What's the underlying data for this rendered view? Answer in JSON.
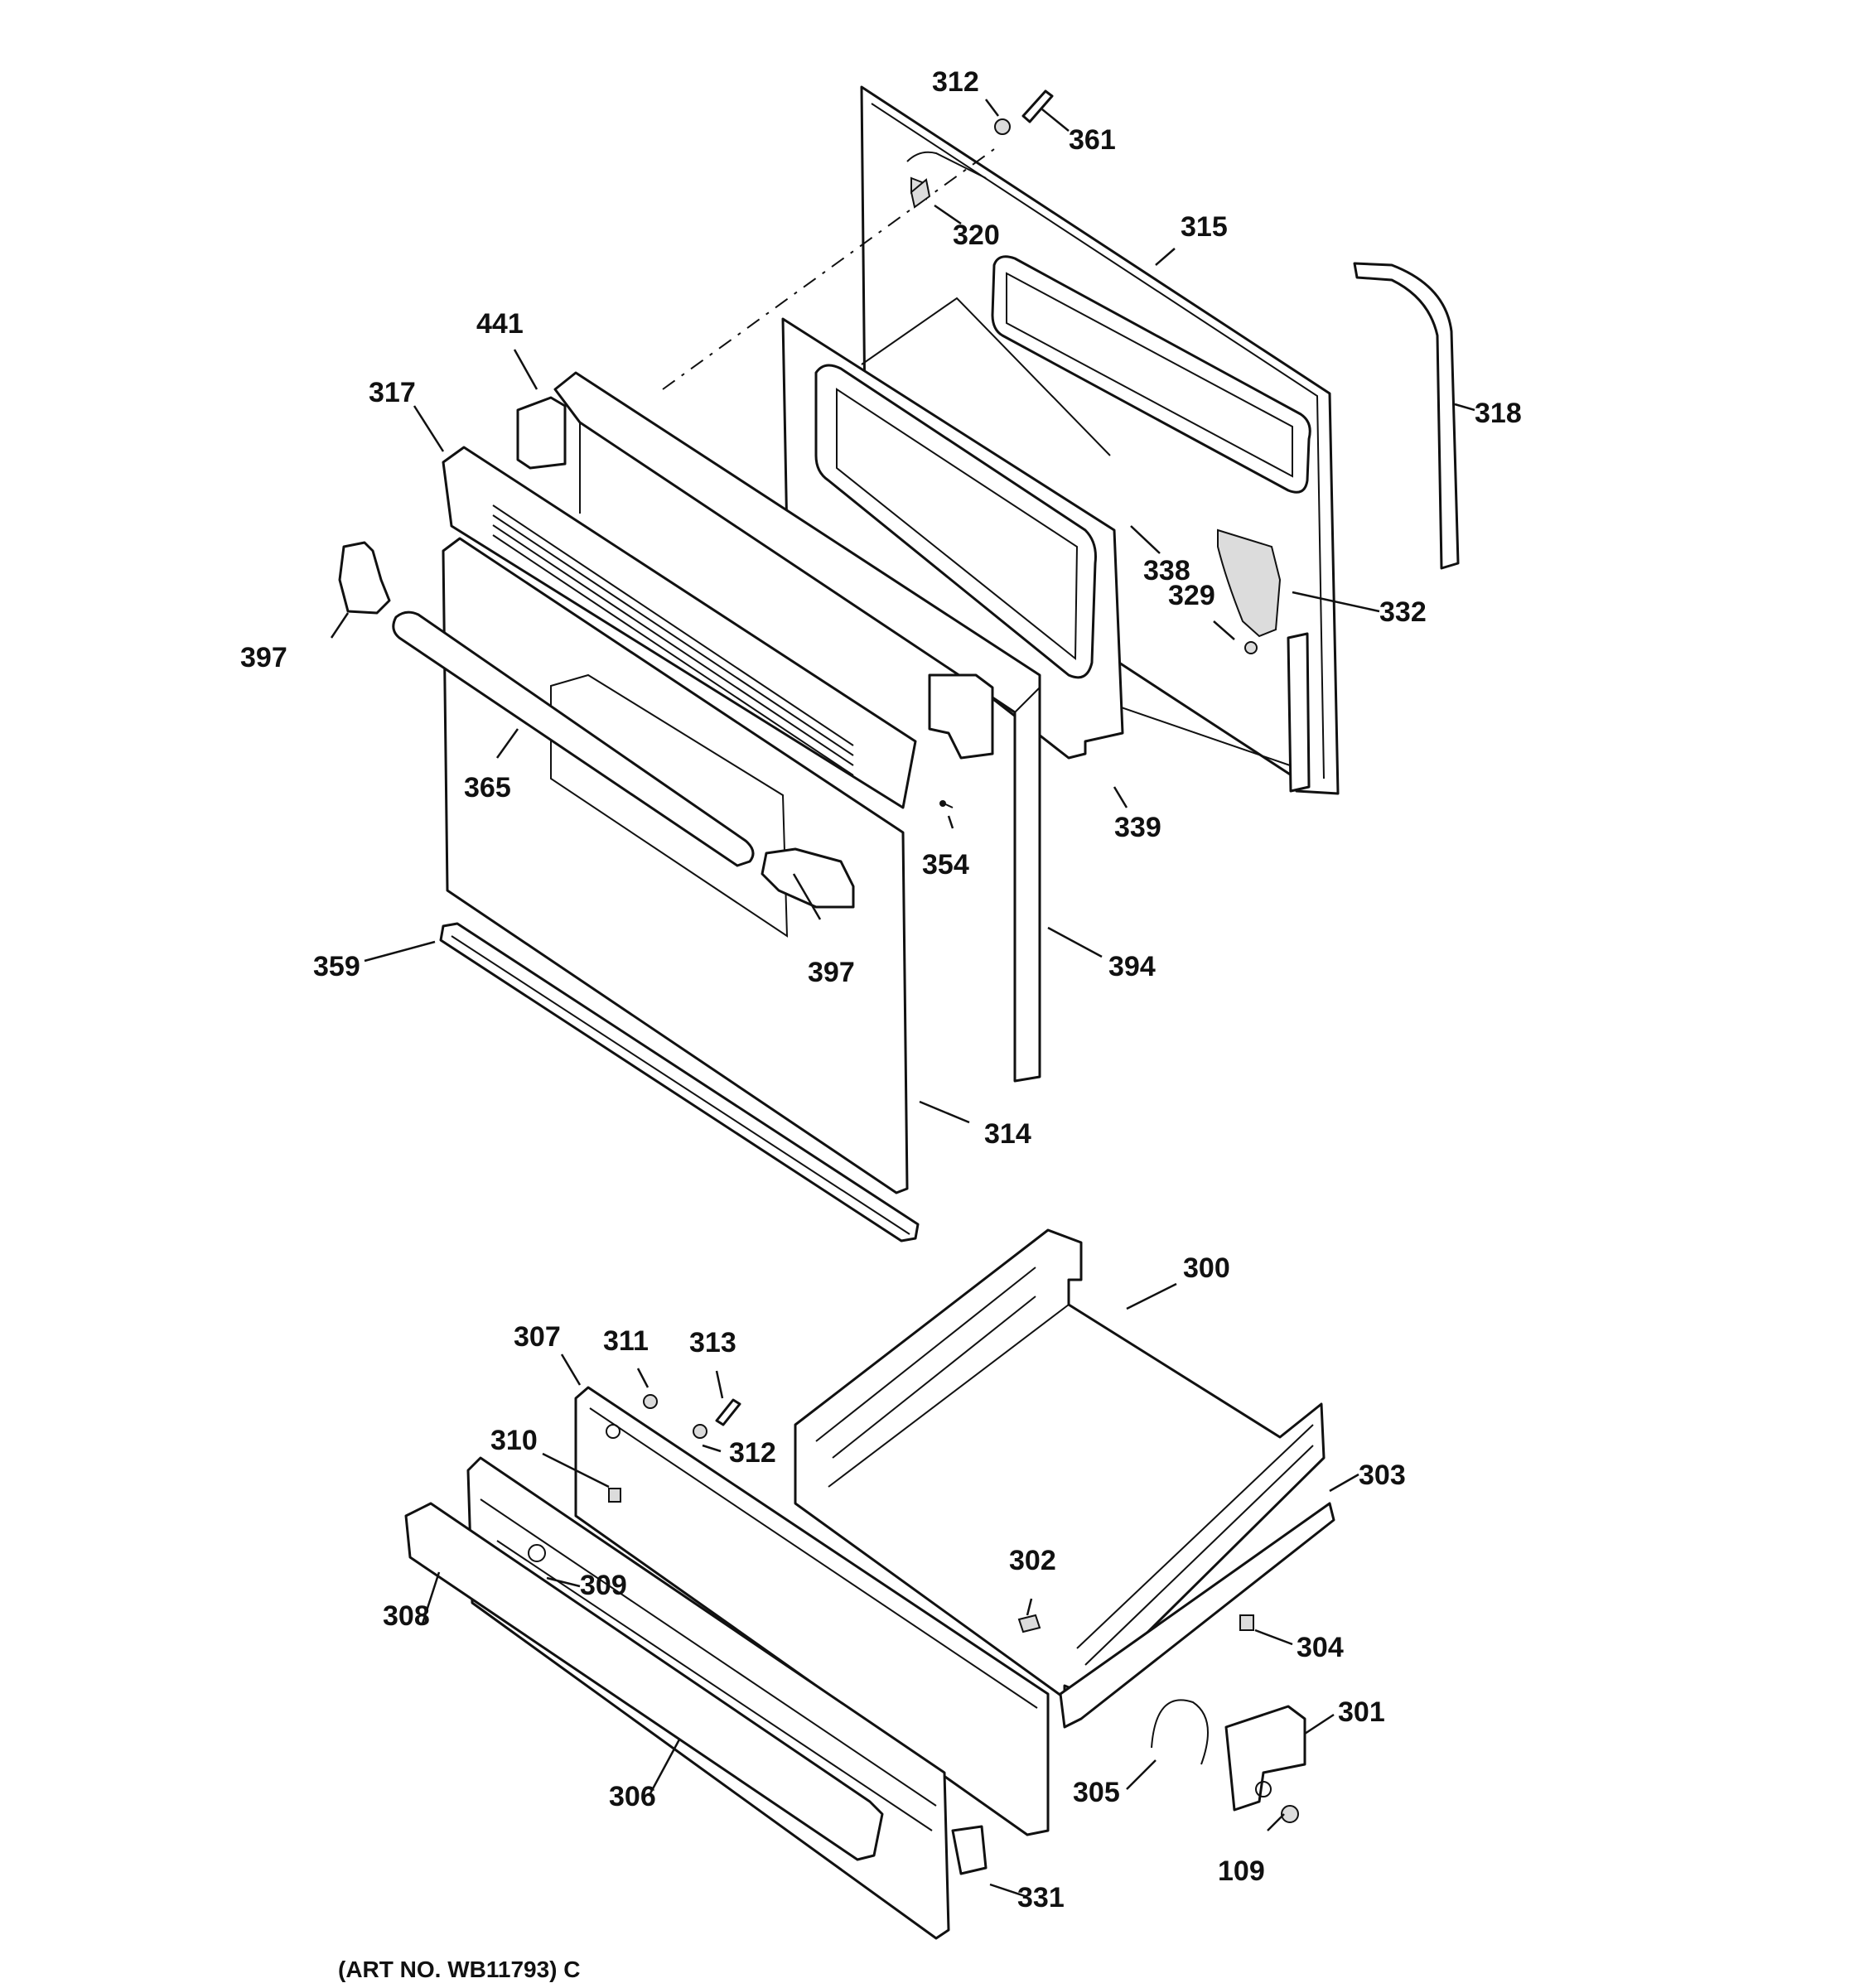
{
  "callouts": {
    "c312a": "312",
    "c361": "361",
    "c320": "320",
    "c315": "315",
    "c441": "441",
    "c317": "317",
    "c318": "318",
    "c338": "338",
    "c329": "329",
    "c332": "332",
    "c397a": "397",
    "c365": "365",
    "c354": "354",
    "c339": "339",
    "c397b": "397",
    "c394": "394",
    "c359": "359",
    "c314": "314",
    "c300": "300",
    "c307": "307",
    "c311": "311",
    "c313": "313",
    "c310": "310",
    "c312b": "312",
    "c303": "303",
    "c309": "309",
    "c302": "302",
    "c308": "308",
    "c304": "304",
    "c301": "301",
    "c305": "305",
    "c306": "306",
    "c109": "109",
    "c331": "331"
  },
  "art_number": "(ART NO. WB11793) C"
}
